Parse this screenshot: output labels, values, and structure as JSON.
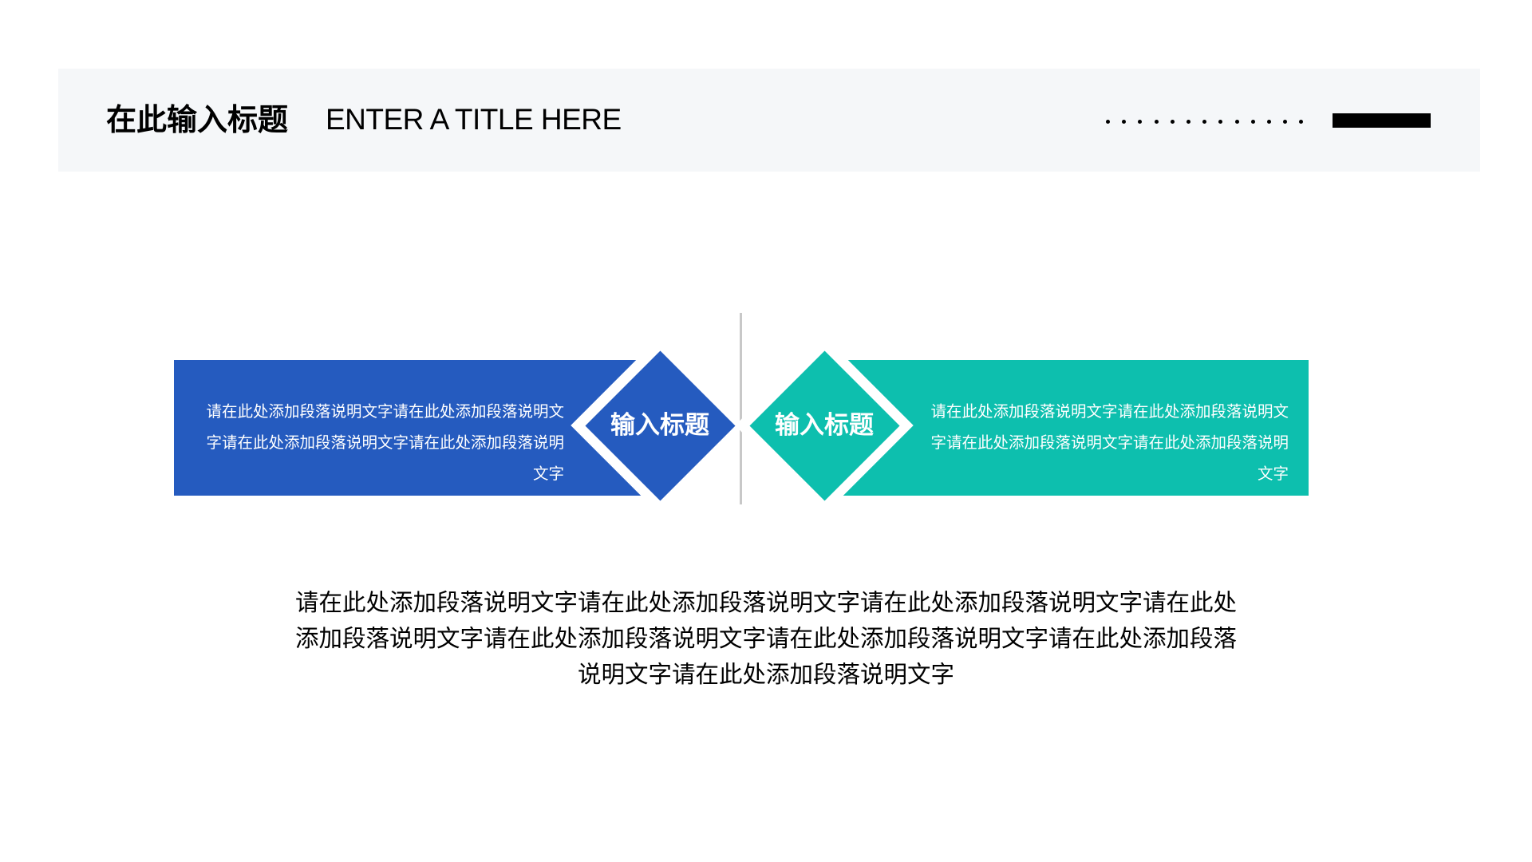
{
  "header": {
    "title_cn": "在此输入标题",
    "title_en": "ENTER A TITLE HERE",
    "decoration": {
      "dot_count": 13,
      "bar_color": "#000000",
      "background": "#f5f7f9"
    }
  },
  "cards": [
    {
      "title": "输入标题",
      "text": "请在此处添加段落说明文字请在此处添加段落说明文字请在此处添加段落说明文字请在此处添加段落说明文字",
      "color": "#255bbf"
    },
    {
      "title": "输入标题",
      "text": "请在此处添加段落说明文字请在此处添加段落说明文字请在此处添加段落说明文字请在此处添加段落说明文字",
      "color": "#0dbfae"
    }
  ],
  "body": {
    "paragraph": "请在此处添加段落说明文字请在此处添加段落说明文字请在此处添加段落说明文字请在此处添加段落说明文字请在此处添加段落说明文字请在此处添加段落说明文字请在此处添加段落说明文字请在此处添加段落说明文字"
  },
  "divider_color": "#c8c8c8"
}
